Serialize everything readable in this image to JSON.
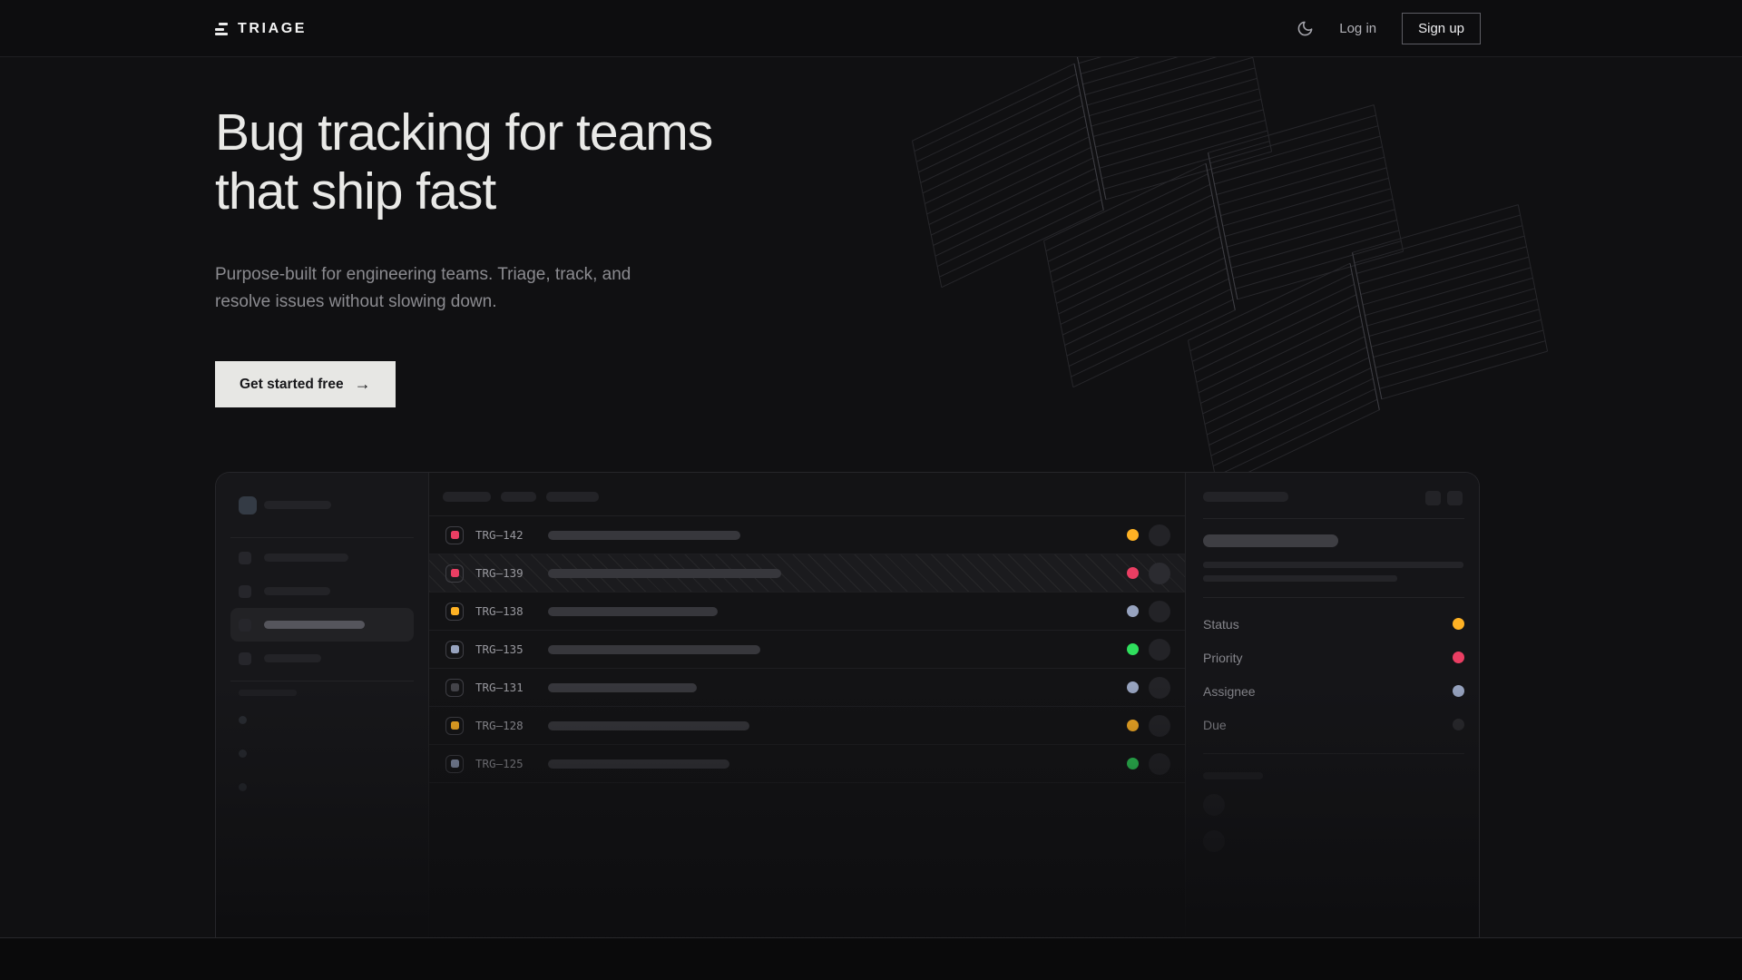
{
  "header": {
    "brand": "TRIAGE",
    "login_label": "Log in",
    "signup_label": "Sign up",
    "theme_icon": "moon-icon"
  },
  "hero": {
    "title_line1": "Bug tracking for teams",
    "title_line2": "that ship fast",
    "subtitle_line1": "Purpose-built for engineering teams. Triage, track, and",
    "subtitle_line2": "resolve issues without slowing down.",
    "cta_label": "Get started free",
    "cta_arrow": "→"
  },
  "colors": {
    "amber": "#ffb224",
    "crimson": "#ea3e63",
    "lavender": "#97a3bf",
    "green": "#2fdf5d",
    "muted_gray": "#44444a",
    "dark_dot": "#2a2a2e"
  },
  "mockup": {
    "issues": [
      {
        "id": "TRG–142",
        "icon_color": "#ea3e63",
        "status_color": "#ffb224",
        "title_width": 212,
        "selected": false
      },
      {
        "id": "TRG–139",
        "icon_color": "#ea3e63",
        "status_color": "#ea3e63",
        "title_width": 257,
        "selected": true
      },
      {
        "id": "TRG–138",
        "icon_color": "#ffb224",
        "status_color": "#97a3bf",
        "title_width": 187,
        "selected": false
      },
      {
        "id": "TRG–135",
        "icon_color": "#97a3bf",
        "status_color": "#2fdf5d",
        "title_width": 234,
        "selected": false
      },
      {
        "id": "TRG–131",
        "icon_color": "#44444a",
        "status_color": "#97a3bf",
        "title_width": 164,
        "selected": false
      },
      {
        "id": "TRG–128",
        "icon_color": "#ffb224",
        "status_color": "#ffb224",
        "title_width": 222,
        "selected": false
      },
      {
        "id": "TRG–125",
        "icon_color": "#97a3bf",
        "status_color": "#2fdf5d",
        "title_width": 200,
        "selected": false
      }
    ],
    "detail": {
      "properties": [
        {
          "label": "Status",
          "color": "#ffb224"
        },
        {
          "label": "Priority",
          "color": "#ea3e63"
        },
        {
          "label": "Assignee",
          "color": "#97a3bf"
        },
        {
          "label": "Due",
          "color": "#2a2a2e"
        }
      ]
    }
  }
}
